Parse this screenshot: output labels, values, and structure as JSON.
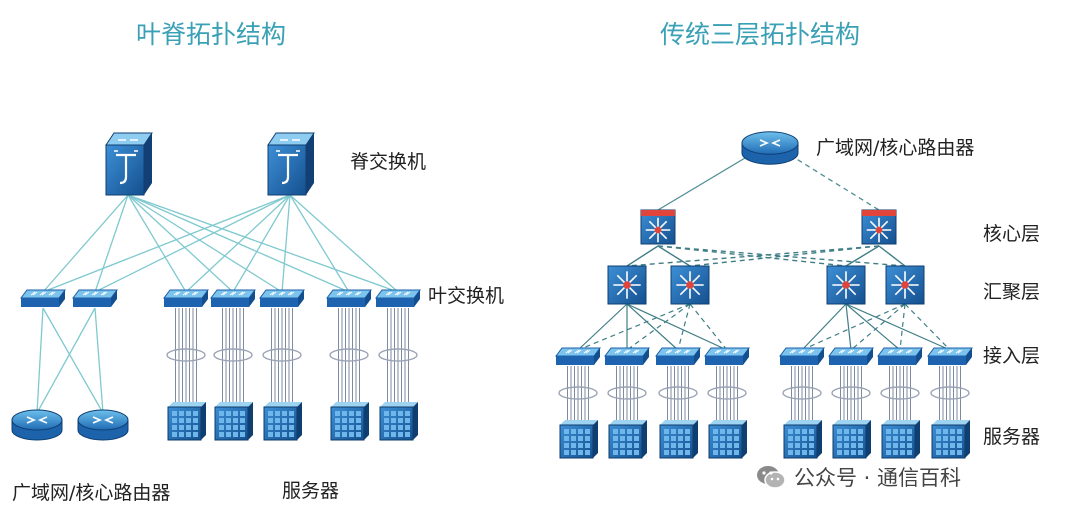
{
  "titles": {
    "leaf_spine": "叶脊拓扑结构",
    "three_tier": "传统三层拓扑结构"
  },
  "labels": {
    "spine_switch": "脊交换机",
    "leaf_switch": "叶交换机",
    "router_left": "广域网/核心路由器",
    "server_left": "服务器",
    "router_right": "广域网/核心路由器",
    "core_layer": "核心层",
    "aggregation_layer": "汇聚层",
    "access_layer": "接入层",
    "server_right": "服务器"
  },
  "watermark": {
    "text": "公众号 · 通信百科",
    "icon": "wechat-icon"
  },
  "colors": {
    "title": "#3aa0b5",
    "device_blue": "#1e63b0",
    "device_light": "#4aa3dc",
    "link": "#7fc9cf",
    "core_red": "#e0453c"
  }
}
